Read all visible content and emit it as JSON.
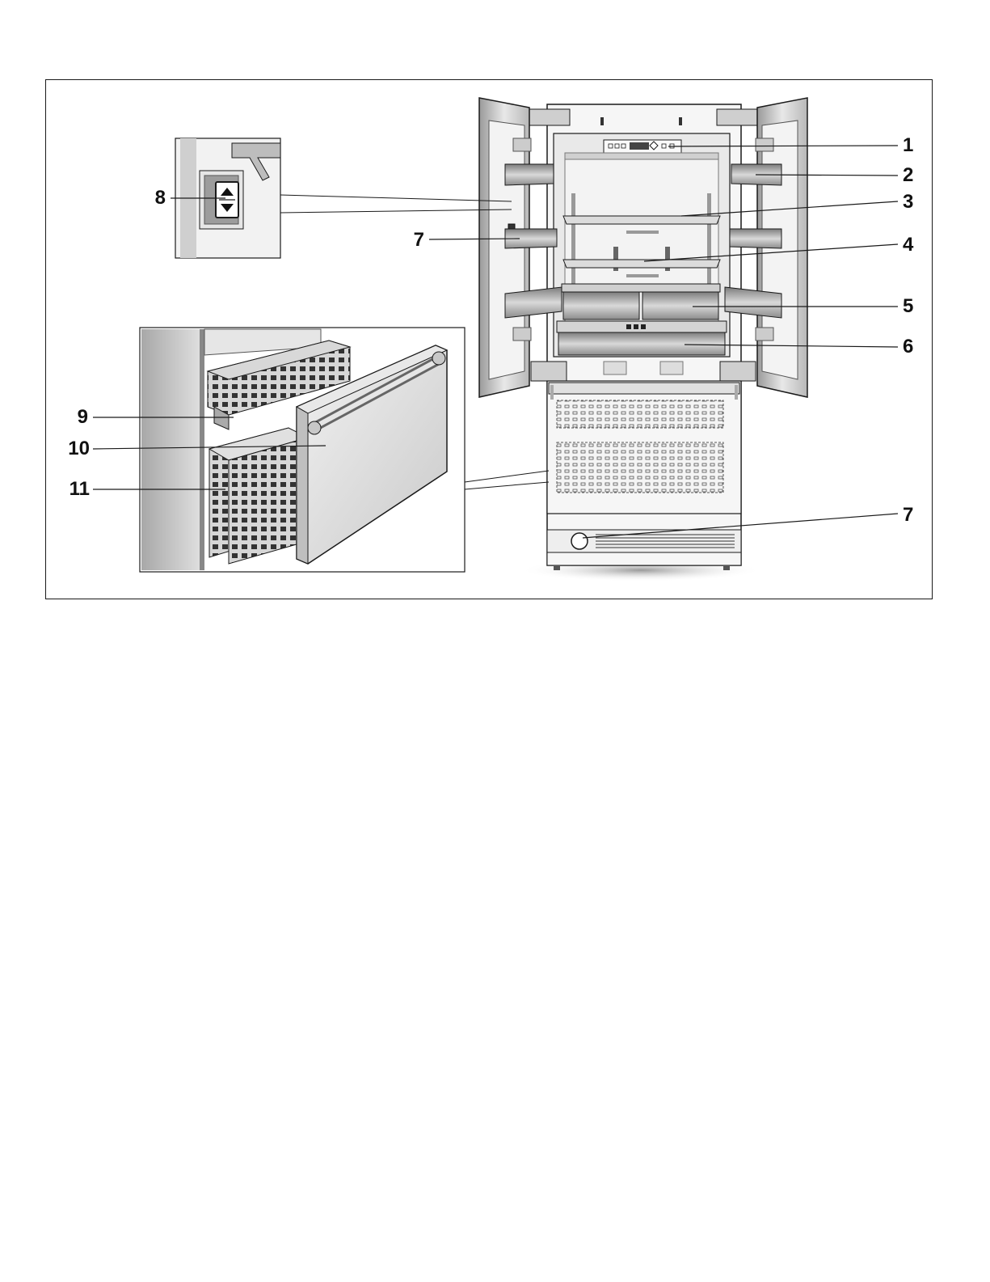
{
  "figure": {
    "callouts": [
      {
        "id": "1",
        "label": "1",
        "side": "right"
      },
      {
        "id": "2",
        "label": "2",
        "side": "right"
      },
      {
        "id": "3",
        "label": "3",
        "side": "right"
      },
      {
        "id": "4",
        "label": "4",
        "side": "right"
      },
      {
        "id": "5",
        "label": "5",
        "side": "right"
      },
      {
        "id": "6",
        "label": "6",
        "side": "right"
      },
      {
        "id": "7a",
        "label": "7",
        "side": "left"
      },
      {
        "id": "7b",
        "label": "7",
        "side": "right"
      },
      {
        "id": "8",
        "label": "8",
        "side": "left"
      },
      {
        "id": "9",
        "label": "9",
        "side": "left"
      },
      {
        "id": "10",
        "label": "10",
        "side": "left"
      },
      {
        "id": "11",
        "label": "11",
        "side": "left"
      }
    ],
    "insets": [
      "control-button-inset",
      "freezer-drawer-inset"
    ]
  },
  "colors": {
    "line": "#1a1a1a",
    "shade_dark": "#8a8a8a",
    "shade_mid": "#bdbdbd",
    "shade_light": "#e4e4e4"
  }
}
